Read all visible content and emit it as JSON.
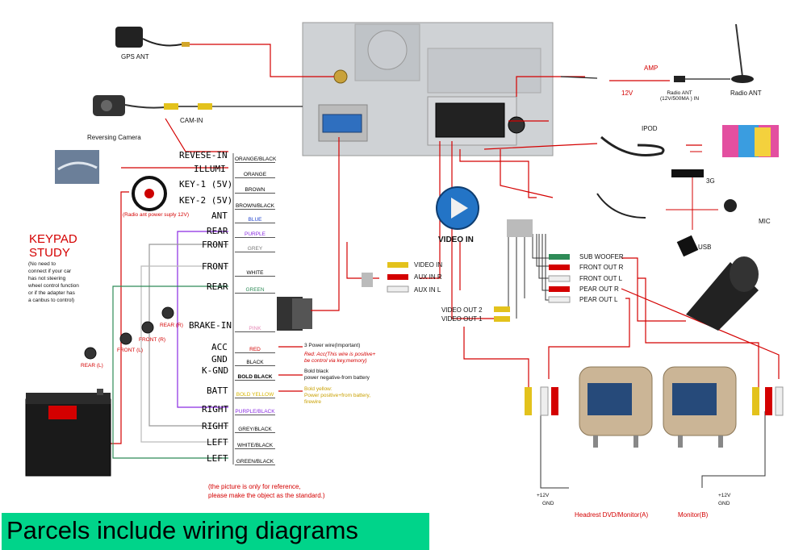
{
  "components": {
    "gps": "GPS ANT",
    "camera": "Reversing Camera",
    "cam_in": "CAM-IN",
    "amp": "AMP",
    "v12": "12V",
    "radio_ant_note": "Radio ANT\n(12V/500MA ) IN",
    "radio_ant": "Radio ANT",
    "ipod": "IPOD",
    "g3": "3G",
    "mic": "MIC",
    "usb": "USB",
    "video_in_big": "VIDEO IN",
    "radio_ant_power": "(Radio ant power suply 12V)"
  },
  "keypad": {
    "title": "KEYPAD\nSTUDY",
    "note": "(No need to\nconnect if your car\nhas not steering\nwheel control function\nor if the adapter has\na canbus to control)"
  },
  "speakers": {
    "rear_r": "REAR (R)",
    "front_l": "FRONT (L)",
    "front_r": "FRONT (R)",
    "rear_l": "REAR (L)"
  },
  "harness": [
    {
      "signal": "REVESE-IN",
      "wire": "ORANGE/BLACK"
    },
    {
      "signal": "ILLUMI",
      "wire": "ORANGE"
    },
    {
      "signal": "KEY-1 (5V)",
      "wire": "BROWN"
    },
    {
      "signal": "KEY-2 (5V)",
      "wire": ""
    },
    {
      "signal": "ANT",
      "wire": "BROWN/BLACK"
    },
    {
      "signal": "",
      "wire": "BLUE"
    },
    {
      "signal": "REAR",
      "wire": "PURPLE"
    },
    {
      "signal": "FRONT",
      "wire": "GREY"
    },
    {
      "signal": "FRONT",
      "wire": "WHITE"
    },
    {
      "signal": "REAR",
      "wire": "GREEN"
    },
    {
      "signal": "BRAKE-IN",
      "wire": "PINK"
    },
    {
      "signal": "ACC",
      "wire": "RED"
    },
    {
      "signal": "GND",
      "wire": "BLACK"
    },
    {
      "signal": "K-GND",
      "wire": "BOLD BLACK"
    },
    {
      "signal": "BATT",
      "wire": "BOLD YELLOW"
    },
    {
      "signal": "RIGHT",
      "wire": "PURPLE/BLACK"
    },
    {
      "signal": "RIGHT",
      "wire": "GREY/BLACK"
    },
    {
      "signal": "LEFT",
      "wire": "WHITE/BLACK"
    },
    {
      "signal": "LEFT",
      "wire": "GREEN/BLACK"
    }
  ],
  "power_notes": {
    "title": "3 Power wire(Important)",
    "red": "Red: Acc(This wire is positive+\nbe control via key,memory)",
    "black": "Bold black\npower negative-from battery",
    "yellow": "Bold yellow:\nPower positive+from battery,\nfirewire"
  },
  "av": {
    "video_in": "VIDEO IN",
    "aux_r": "AUX IN R",
    "aux_l": "AUX IN L",
    "video_out_2": "VIDEO OUT 2",
    "video_out_1": "VIDEO OUT 1",
    "sub": "SUB WOOFER",
    "front_r": "FRONT OUT R",
    "front_l": "FRONT OUT L",
    "pear_r": "PEAR OUT R",
    "pear_l": "PEAR OUT L"
  },
  "monitors": {
    "a": "Headrest DVD/Monitor(A)",
    "b": "Monitor(B)",
    "plus12": "+12V",
    "gnd": "GND"
  },
  "reference_note": "(the picture is only for reference,\nplease make the object as the standard.)",
  "banner": "Parcels include wiring diagrams",
  "colors": {
    "banner": "#00d48a",
    "wire": "#d40000",
    "label_red": "#d40000"
  }
}
